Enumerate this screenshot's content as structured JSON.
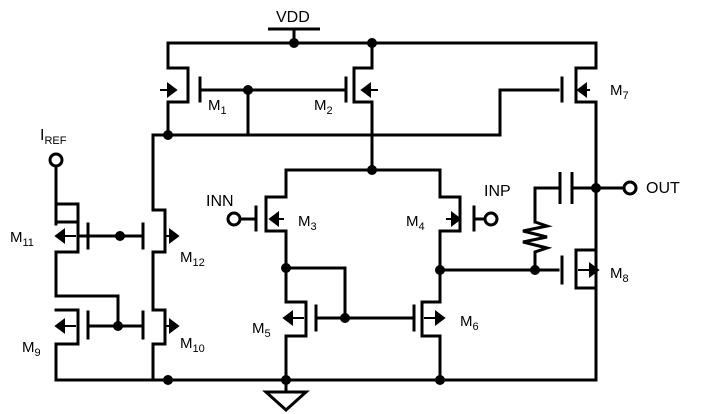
{
  "diagram": {
    "type": "two-stage CMOS operational amplifier schematic",
    "supply_label": "VDD",
    "pins": {
      "iref": {
        "main": "I",
        "sub": "REF"
      },
      "inn": "INN",
      "inp": "INP",
      "out": "OUT"
    },
    "transistors": [
      {
        "id": "m1",
        "main": "M",
        "sub": "1"
      },
      {
        "id": "m2",
        "main": "M",
        "sub": "2"
      },
      {
        "id": "m3",
        "main": "M",
        "sub": "3"
      },
      {
        "id": "m4",
        "main": "M",
        "sub": "4"
      },
      {
        "id": "m5",
        "main": "M",
        "sub": "5"
      },
      {
        "id": "m6",
        "main": "M",
        "sub": "6"
      },
      {
        "id": "m7",
        "main": "M",
        "sub": "7"
      },
      {
        "id": "m8",
        "main": "M",
        "sub": "8"
      },
      {
        "id": "m9",
        "main": "M",
        "sub": "9"
      },
      {
        "id": "m10",
        "main": "M",
        "sub": "10"
      },
      {
        "id": "m11",
        "main": "M",
        "sub": "11"
      },
      {
        "id": "m12",
        "main": "M",
        "sub": "12"
      }
    ],
    "colors": {
      "stroke": "#000000",
      "background": "#ffffff"
    }
  }
}
